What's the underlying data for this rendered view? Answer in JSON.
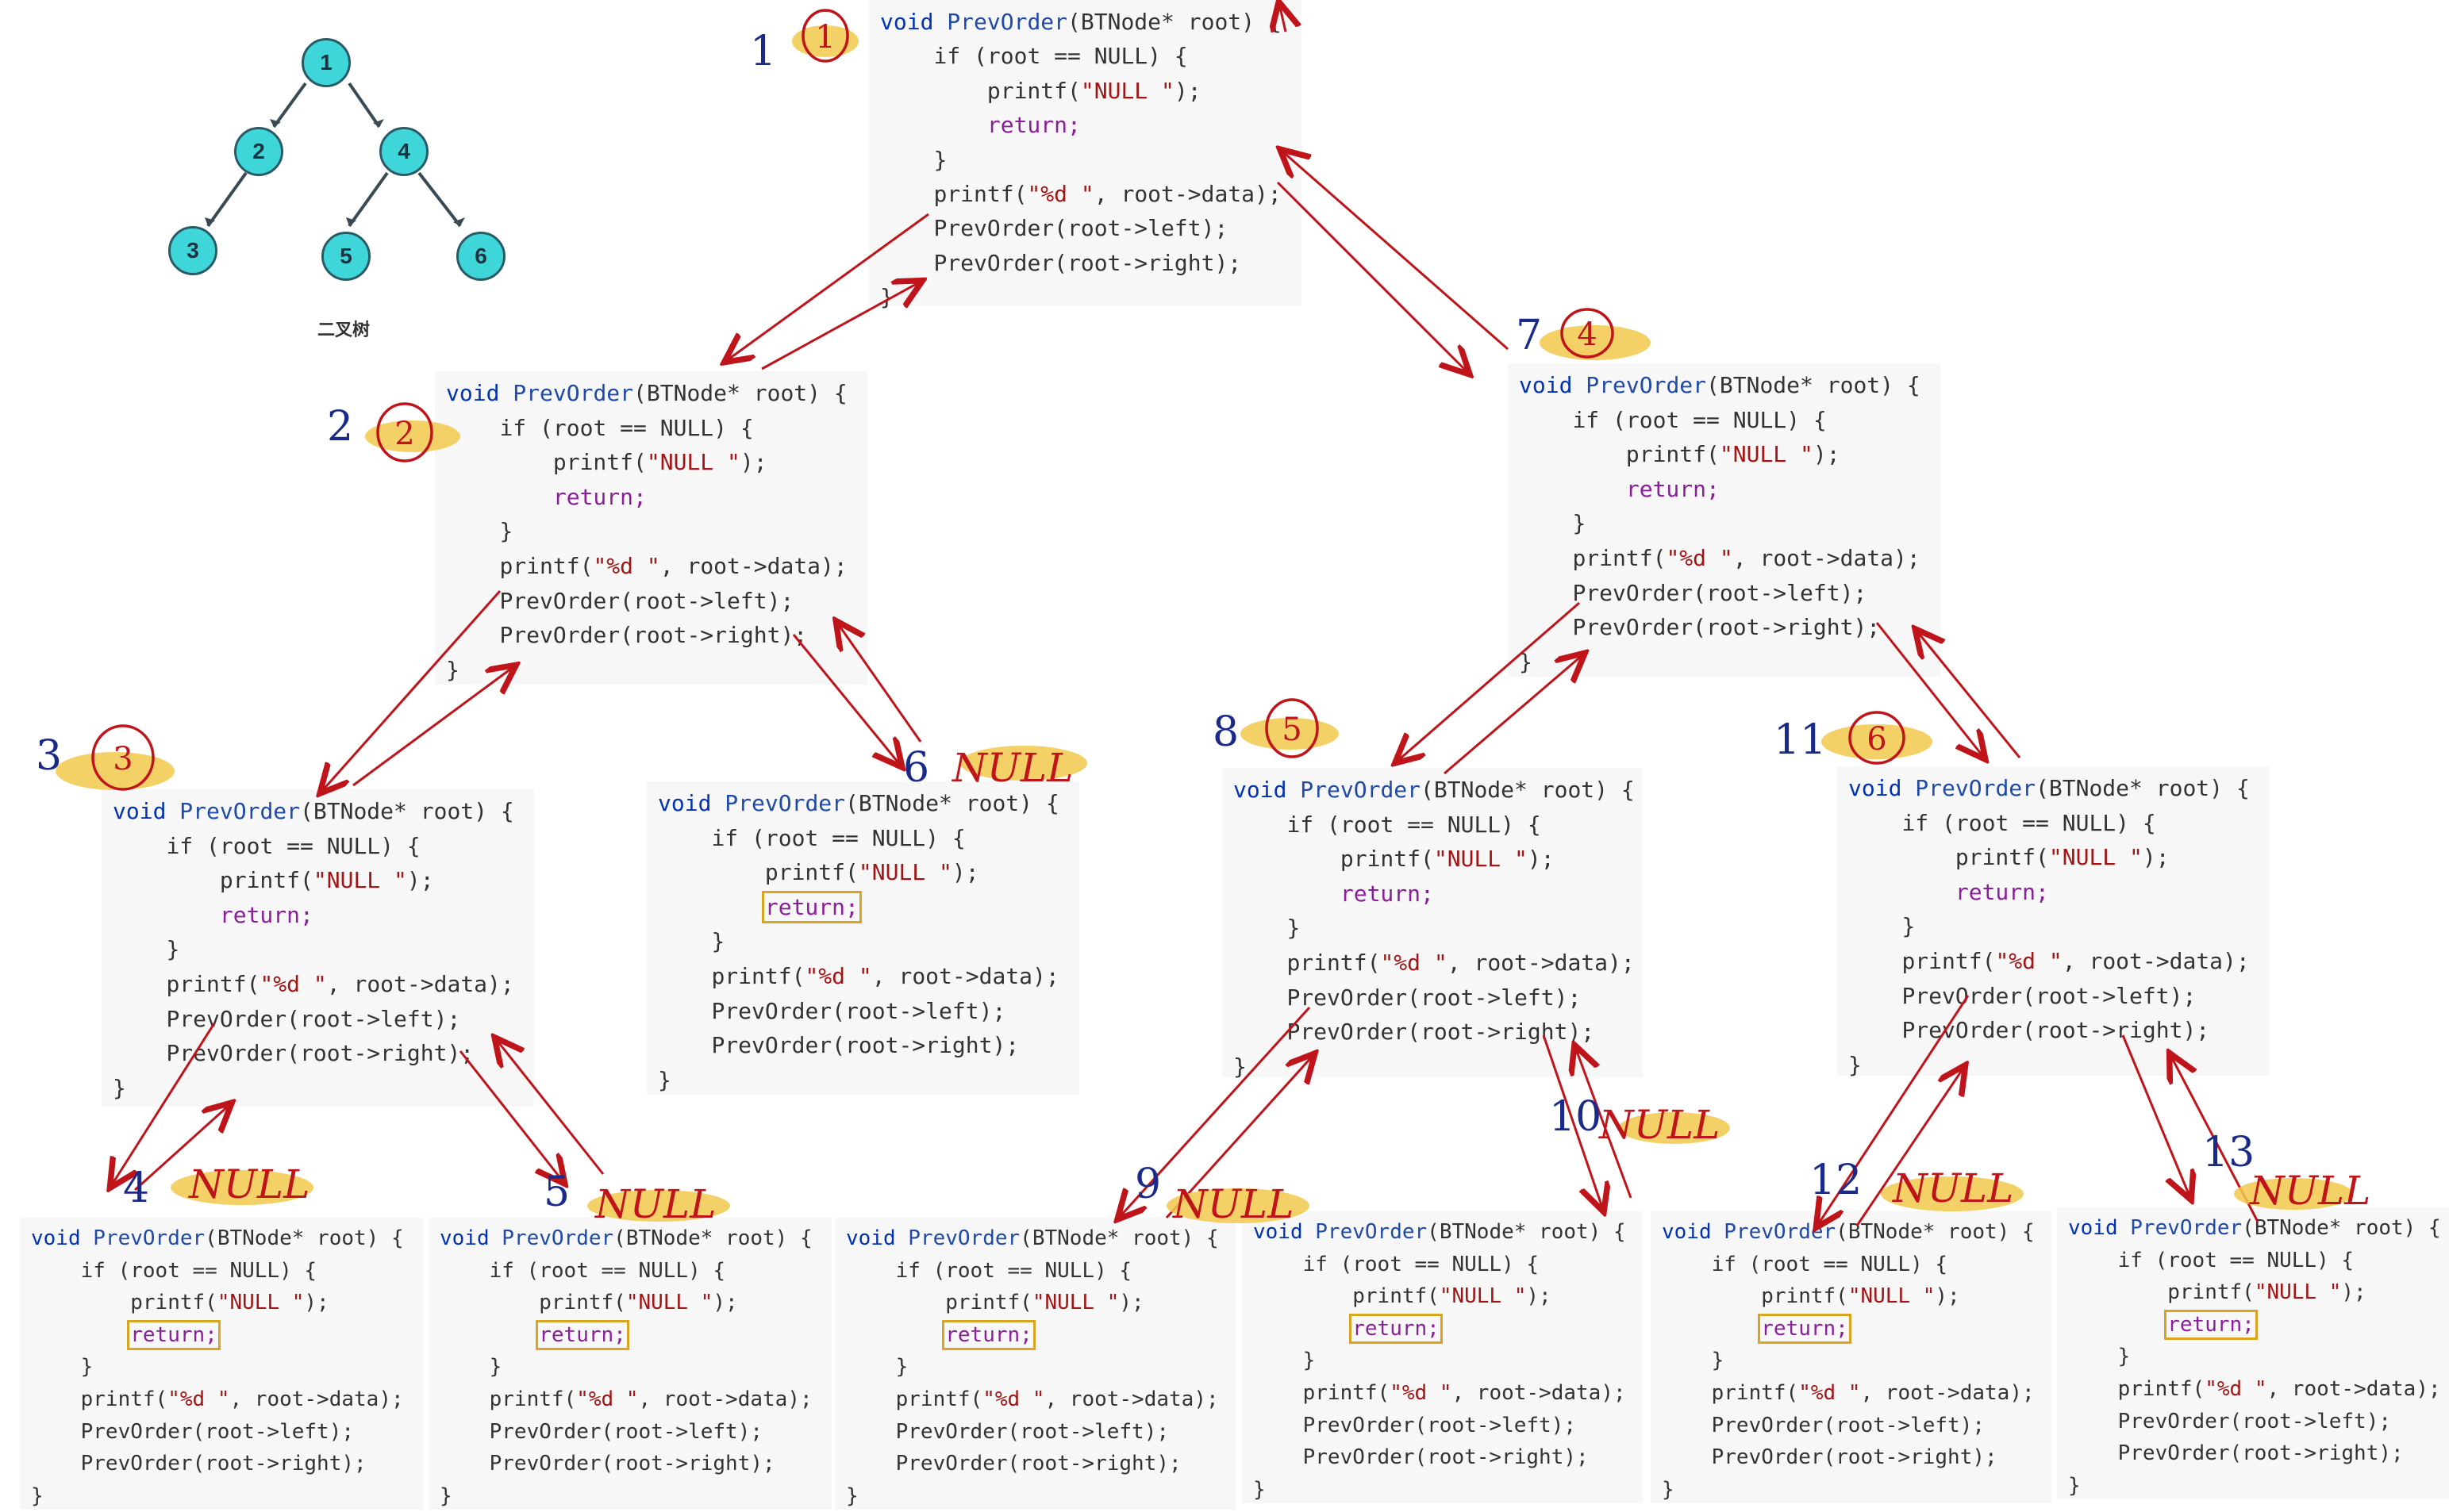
{
  "tree": {
    "caption": "二叉树",
    "nodes": [
      "1",
      "2",
      "3",
      "4",
      "5",
      "6"
    ]
  },
  "code_template": {
    "kw_void": "void",
    "fname": "PrevOrder",
    "param": "(BTNode* root) {",
    "if_line": "if (root == NULL) {",
    "printf_null_a": "printf(",
    "printf_null_str": "\"NULL \"",
    "printf_null_b": ");",
    "ret": "return;",
    "close": "}",
    "printf_data_a": "printf(",
    "printf_data_str": "\"%d \"",
    "printf_data_b": ", root->data);",
    "left_call": "PrevOrder(root->left);",
    "right_call": "PrevOrder(root->right);"
  },
  "annotations": {
    "step_numbers": [
      "1",
      "2",
      "3",
      "4",
      "5",
      "6",
      "7",
      "8",
      "9",
      "10",
      "11",
      "12",
      "13"
    ],
    "circled": [
      "1",
      "2",
      "3",
      "4",
      "5",
      "6"
    ],
    "null_label": "NULL"
  }
}
